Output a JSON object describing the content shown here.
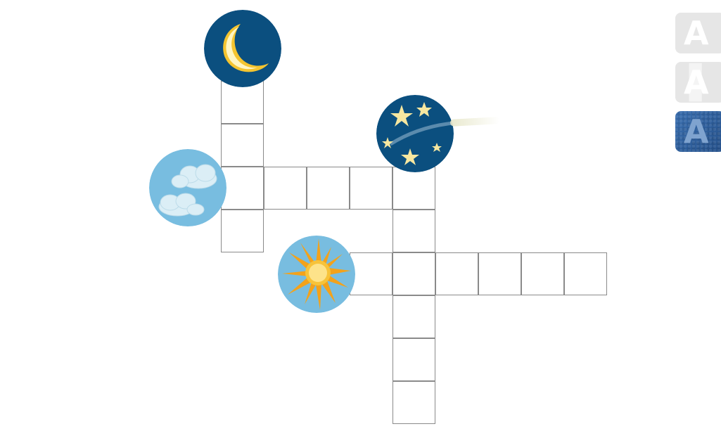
{
  "puzzle": {
    "clues": [
      {
        "id": "moon",
        "icon": "moon-icon",
        "direction": "down"
      },
      {
        "id": "stars",
        "icon": "stars-icon",
        "direction": "down"
      },
      {
        "id": "clouds",
        "icon": "clouds-icon",
        "direction": "across"
      },
      {
        "id": "sun",
        "icon": "sun-icon",
        "direction": "across"
      }
    ]
  },
  "mode_buttons": [
    {
      "label": "A",
      "state": "inactive"
    },
    {
      "label": "A",
      "state": "inactive"
    },
    {
      "label": "A",
      "state": "active"
    }
  ],
  "colors": {
    "night_blue": "#0b4f7f",
    "sky_blue": "#78bde0",
    "sun_orange": "#f3a21b",
    "star_yellow": "#f6e7a0",
    "active_button": "#2d5f9e",
    "inactive_button": "#e6e6e6",
    "grid_line": "#8a8a8a"
  }
}
